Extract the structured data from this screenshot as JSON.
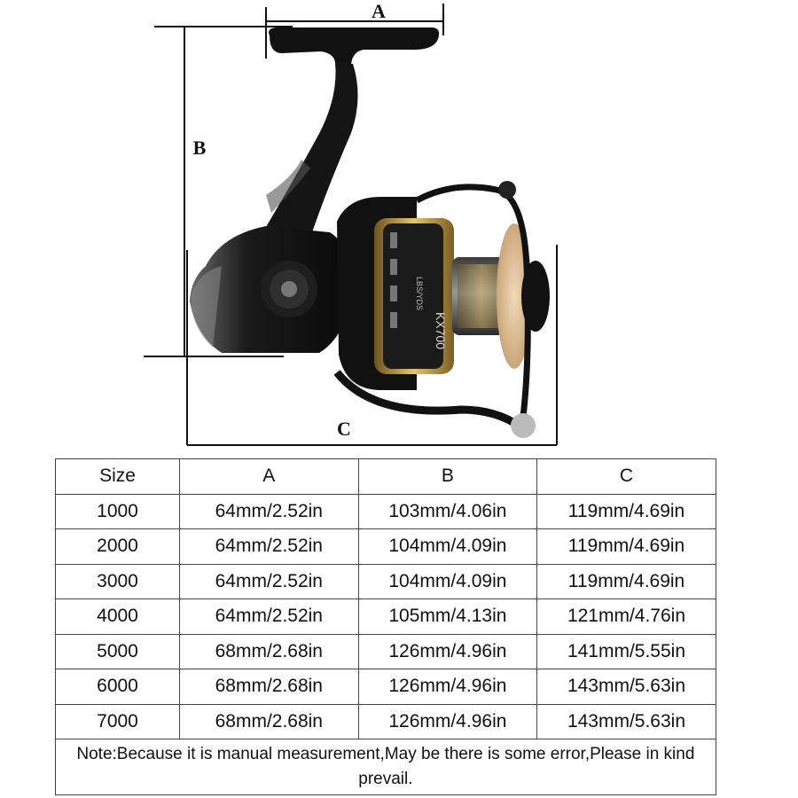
{
  "diagram": {
    "labels": {
      "a": "A",
      "b": "B",
      "c": "C"
    },
    "reel_text": {
      "model": "KX700",
      "spec": "LBS/YDS"
    }
  },
  "table": {
    "headers": [
      "Size",
      "A",
      "B",
      "C"
    ],
    "rows": [
      [
        "1000",
        "64mm/2.52in",
        "103mm/4.06in",
        "119mm/4.69in"
      ],
      [
        "2000",
        "64mm/2.52in",
        "104mm/4.09in",
        "119mm/4.69in"
      ],
      [
        "3000",
        "64mm/2.52in",
        "104mm/4.09in",
        "119mm/4.69in"
      ],
      [
        "4000",
        "64mm/2.52in",
        "105mm/4.13in",
        "121mm/4.76in"
      ],
      [
        "5000",
        "68mm/2.68in",
        "126mm/4.96in",
        "141mm/5.55in"
      ],
      [
        "6000",
        "68mm/2.68in",
        "126mm/4.96in",
        "143mm/5.63in"
      ],
      [
        "7000",
        "68mm/2.68in",
        "126mm/4.96in",
        "143mm/5.63in"
      ]
    ],
    "note": "Note:Because it is manual measurement,May be there is some error,Please in kind prevail."
  }
}
